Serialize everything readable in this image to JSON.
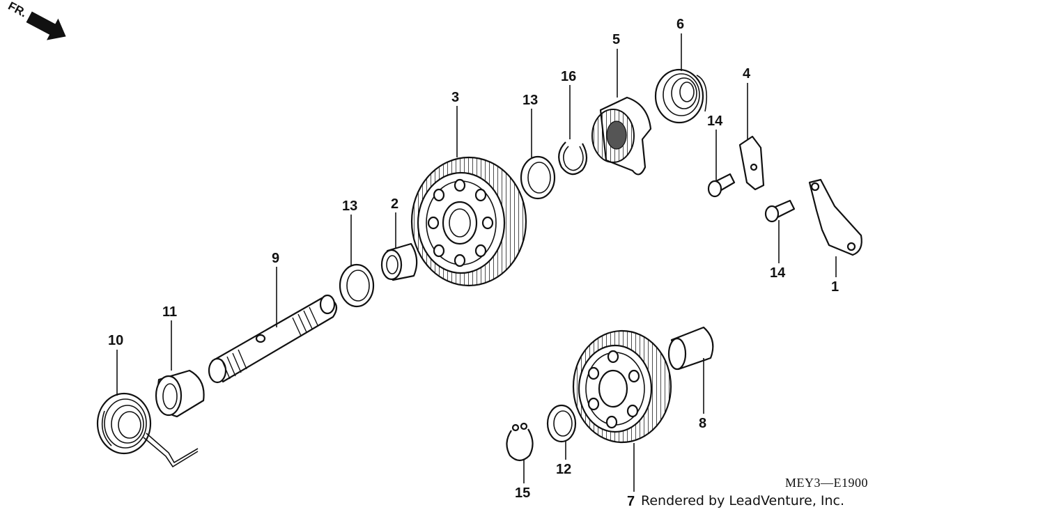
{
  "diagram": {
    "code": "MEY3—E1900",
    "credit": "Rendered by LeadVenture, Inc.",
    "direction_label": "FR.",
    "callouts": {
      "c1": "1",
      "c2": "2",
      "c3": "3",
      "c4": "4",
      "c5": "5",
      "c6": "6",
      "c7": "7",
      "c8": "8",
      "c9": "9",
      "c10": "10",
      "c11": "11",
      "c12": "12",
      "c13a": "13",
      "c13b": "13",
      "c14a": "14",
      "c14b": "14",
      "c15": "15",
      "c16": "16"
    }
  }
}
